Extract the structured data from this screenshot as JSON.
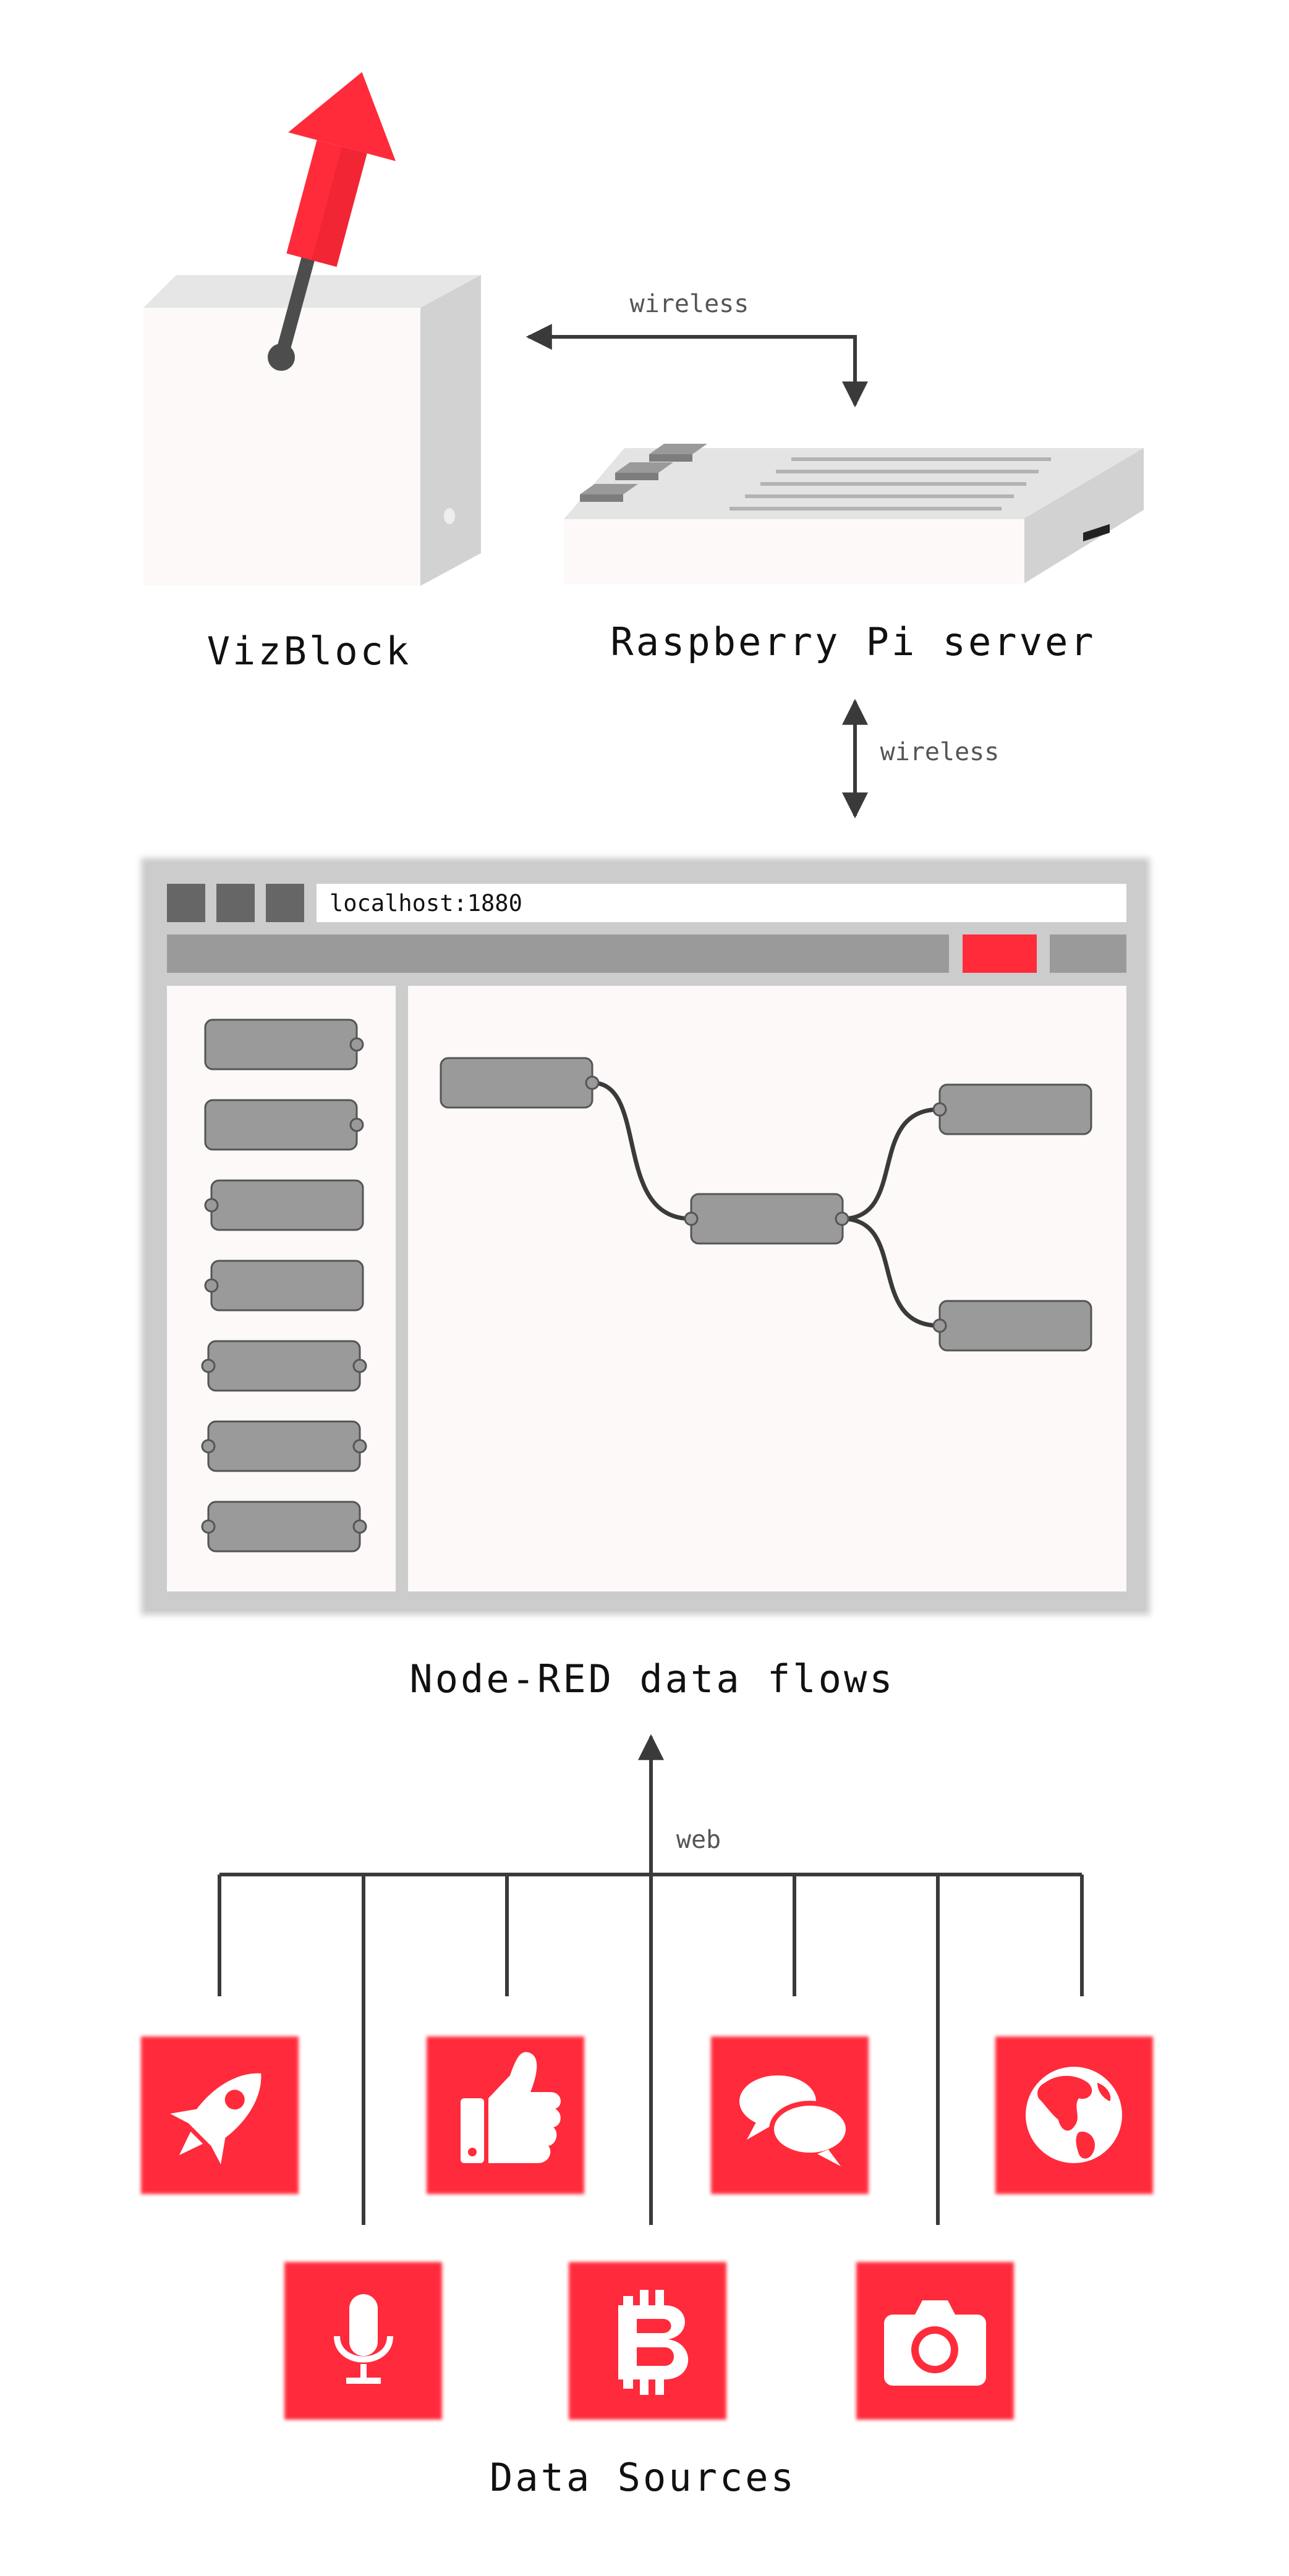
{
  "colors": {
    "accent": "#ff2b3a",
    "node_fill": "#9a9a9a",
    "node_stroke": "#555555",
    "panel_frame": "#cccccc",
    "panel_bg": "#fcf9f8",
    "line": "#3a3a3a"
  },
  "labels": {
    "vizblock": "VizBlock",
    "raspberry_pi": "Raspberry Pi server",
    "nodered": "Node-RED data flows",
    "data_sources": "Data Sources"
  },
  "links": {
    "vizblock_pi": "wireless",
    "pi_nodered": "wireless",
    "sources_nodered": "web"
  },
  "browser": {
    "url": "localhost:1880"
  },
  "data_sources": {
    "top_row": [
      {
        "icon": "rocket-icon"
      },
      {
        "icon": "thumbs-up-icon"
      },
      {
        "icon": "chat-bubbles-icon"
      },
      {
        "icon": "globe-icon"
      }
    ],
    "bottom_row": [
      {
        "icon": "microphone-icon"
      },
      {
        "icon": "bitcoin-icon"
      },
      {
        "icon": "camera-icon"
      }
    ]
  }
}
